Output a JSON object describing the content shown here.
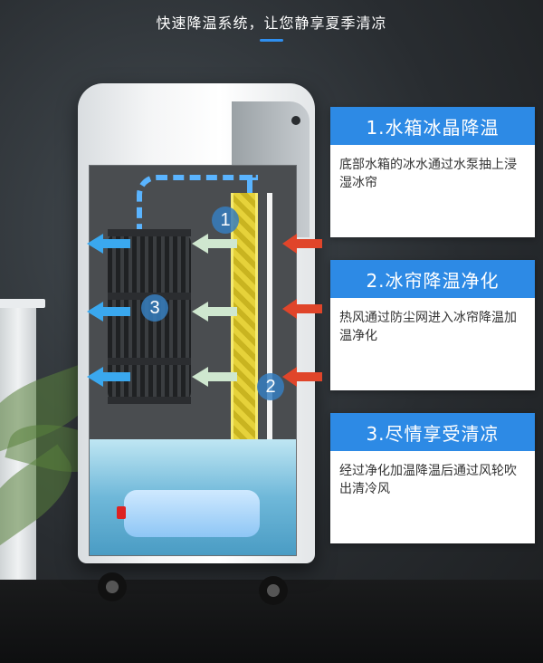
{
  "headline": "快速降温系统，让您静享夏季清凉",
  "top_clip_text": "",
  "bottom_clip_text": "",
  "badges": [
    "1",
    "2",
    "3"
  ],
  "cards": [
    {
      "title": "1.水箱冰晶降温",
      "body": "底部水箱的冰水通过水泵抽上浸湿冰帘"
    },
    {
      "title": "2.冰帘降温净化",
      "body": "热风通过防尘网进入冰帘降温加温净化"
    },
    {
      "title": "3.尽情享受清凉",
      "body": "经过净化加温降温后通过风轮吹出清冷风"
    }
  ],
  "colors": {
    "accent": "#2d8ae5",
    "hot_arrow": "#e0452a",
    "cool_arrow": "#3aa8ef",
    "filtered_arrow": "#cfe7cf"
  },
  "icons": [
    "hot-air-arrow-icon",
    "cool-air-arrow-icon",
    "filtered-air-arrow-icon"
  ]
}
